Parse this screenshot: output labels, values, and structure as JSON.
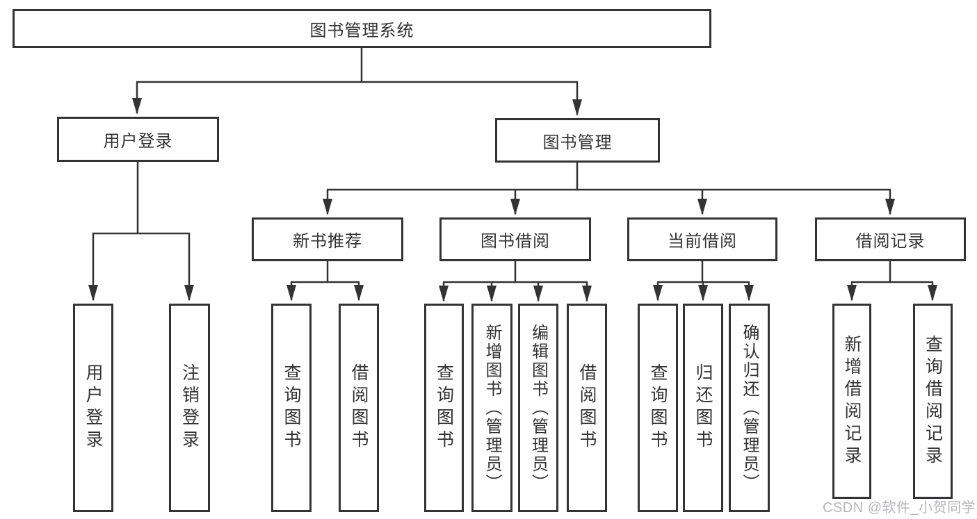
{
  "diagram_title": "图书管理系统",
  "nodes": {
    "root": "图书管理系统",
    "user_login": "用户登录",
    "book_mgmt": "图书管理",
    "new_book_rec": "新书推荐",
    "book_borrow": "图书借阅",
    "current_borrow": "当前借阅",
    "borrow_records": "借阅记录",
    "leaf_user_login": "用户登录",
    "leaf_logout": "注销登录",
    "rec_query_books": "查询图书",
    "rec_borrow_books": "借阅图书",
    "bb_query_books": "查询图书",
    "bb_add_books": "新增图书（管理员）",
    "bb_edit_books": "编辑图书（管理员）",
    "bb_borrow_books": "借阅图书",
    "cb_query_books": "查询图书",
    "cb_return_books": "归还图书",
    "cb_confirm_return": "确认归还（管理员）",
    "br_add_record": "新增借阅记录",
    "br_query_record": "查询借阅记录"
  },
  "hierarchy": {
    "图书管理系统": [
      "用户登录",
      "图书管理"
    ],
    "用户登录": [
      "用户登录",
      "注销登录"
    ],
    "图书管理": [
      "新书推荐",
      "图书借阅",
      "当前借阅",
      "借阅记录"
    ],
    "新书推荐": [
      "查询图书",
      "借阅图书"
    ],
    "图书借阅": [
      "查询图书",
      "新增图书（管理员）",
      "编辑图书（管理员）",
      "借阅图书"
    ],
    "当前借阅": [
      "查询图书",
      "归还图书",
      "确认归还（管理员）"
    ],
    "借阅记录": [
      "新增借阅记录",
      "查询借阅记录"
    ]
  },
  "watermark": {
    "text": "CSDN @软件_小贺同学"
  },
  "colors": {
    "line": "#333333",
    "box_border": "#333333",
    "text": "#333333",
    "watermark": "#b5b5ba",
    "background": "#ffffff"
  }
}
